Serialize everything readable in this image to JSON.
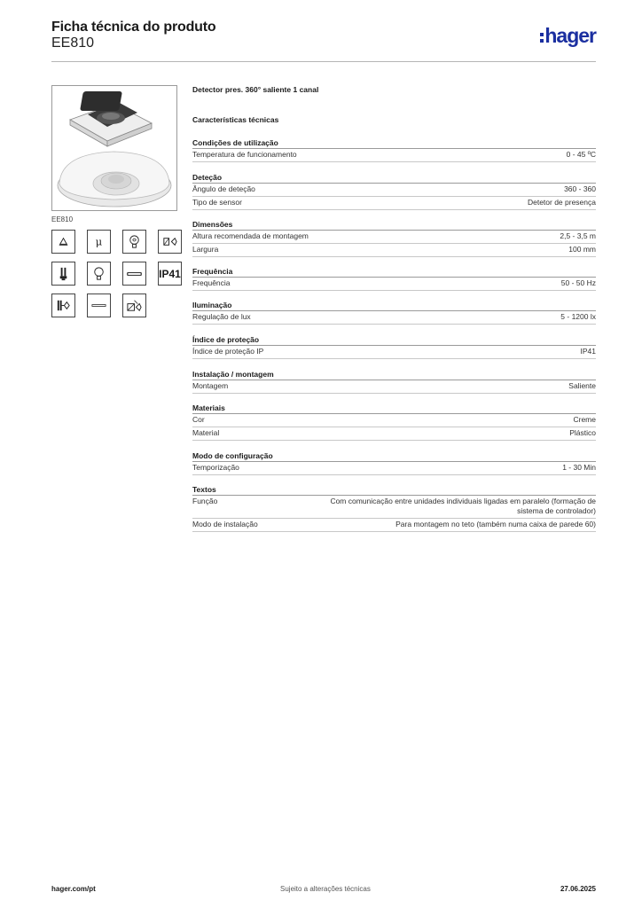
{
  "header": {
    "title": "Ficha técnica do produto",
    "subtitle": "EE810",
    "logo_text": "hager",
    "brand_color": "#1b2fa0"
  },
  "image": {
    "caption": "EE810"
  },
  "icons": {
    "row1": [
      "lamp-icon",
      "micro-icon",
      "energy-saving-lamp-icon",
      "dimmable-lamp-icon"
    ],
    "row2": [
      "fluorescent-lamp-icon",
      "incandescent-bulb-icon",
      "fluorescent-tube-icon"
    ],
    "ip_label": "IP41",
    "row3": [
      "electronic-transformer-icon",
      "linear-tube-icon",
      "halogen-transformer-icon"
    ]
  },
  "product": {
    "name": "Detector pres. 360° saliente 1 canal",
    "spec_heading": "Características técnicas"
  },
  "groups": [
    {
      "title": "Condições de utilização",
      "rows": [
        {
          "label": "Temperatura de funcionamento",
          "value": "0 - 45 ºC"
        }
      ]
    },
    {
      "title": "Deteção",
      "rows": [
        {
          "label": "Ângulo de deteção",
          "value": "360 - 360"
        },
        {
          "label": "Tipo de sensor",
          "value": "Detetor de presença"
        }
      ]
    },
    {
      "title": "Dimensões",
      "rows": [
        {
          "label": "Altura recomendada de montagem",
          "value": "2,5 - 3,5 m"
        },
        {
          "label": "Largura",
          "value": "100 mm"
        }
      ]
    },
    {
      "title": "Frequência",
      "rows": [
        {
          "label": "Frequência",
          "value": "50 - 50 Hz"
        }
      ]
    },
    {
      "title": "Iluminação",
      "rows": [
        {
          "label": "Regulação de lux",
          "value": "5 - 1200 lx"
        }
      ]
    },
    {
      "title": "Índice de proteção",
      "rows": [
        {
          "label": "Índice de proteção IP",
          "value": "IP41"
        }
      ]
    },
    {
      "title": "Instalação / montagem",
      "rows": [
        {
          "label": "Montagem",
          "value": "Saliente"
        }
      ]
    },
    {
      "title": "Materiais",
      "rows": [
        {
          "label": "Cor",
          "value": "Creme"
        },
        {
          "label": "Material",
          "value": "Plástico"
        }
      ]
    },
    {
      "title": "Modo de configuração",
      "rows": [
        {
          "label": "Temporização",
          "value": "1 - 30 Min"
        }
      ]
    },
    {
      "title": "Textos",
      "rows": [
        {
          "label": "Função",
          "value": "Com comunicação entre unidades individuais ligadas em paralelo (formação de sistema de controlador)"
        },
        {
          "label": "Modo de instalação",
          "value": "Para montagem no teto (também numa caixa de parede 60)"
        }
      ]
    }
  ],
  "footer": {
    "website": "hager.com/pt",
    "notice": "Sujeito a alterações técnicas",
    "date": "27.06.2025"
  }
}
